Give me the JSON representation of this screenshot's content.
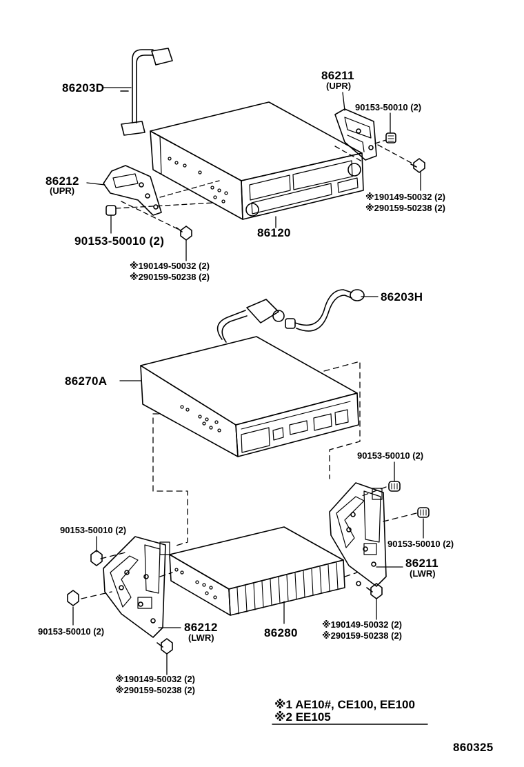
{
  "diagram": {
    "callouts": {
      "harness": "86203D",
      "bracket_upper_right": {
        "part": "86211",
        "note": "(UPR)"
      },
      "bracket_upper_left": {
        "part": "86212",
        "note": "(UPR)"
      },
      "radio_unit": "86120",
      "screw_top_right": "90153-50010 (2)",
      "screw_top_left": "90153-50010 (2)",
      "bolt_top_right_1": "※190149-50032 (2)",
      "bolt_top_right_2": "※290159-50238 (2)",
      "bolt_top_left_1": "※190149-50032 (2)",
      "bolt_top_left_2": "※290159-50238 (2)",
      "antenna_cord": "86203H",
      "tape_player": "86270A",
      "screw_mid_right": "90153-50010 (2)",
      "screw_mid_left": "90153-50010 (2)",
      "screw_right_lower": "90153-50010 (2)",
      "bracket_lower_right": {
        "part": "86211",
        "note": "(LWR)"
      },
      "screw_bottom_left": "90153-50010 (2)",
      "bracket_lower_left": {
        "part": "86212",
        "note": "(LWR)"
      },
      "amplifier": "86280",
      "bolt_bottom_right_1": "※190149-50032 (2)",
      "bolt_bottom_right_2": "※290159-50238 (2)",
      "bolt_bottom_left_1": "※190149-50032 (2)",
      "bolt_bottom_left_2": "※290159-50238 (2)"
    },
    "notes": {
      "line1": "※1 AE10#, CE100, EE100",
      "line2": "※2 EE105"
    },
    "figure_code": "860325"
  }
}
